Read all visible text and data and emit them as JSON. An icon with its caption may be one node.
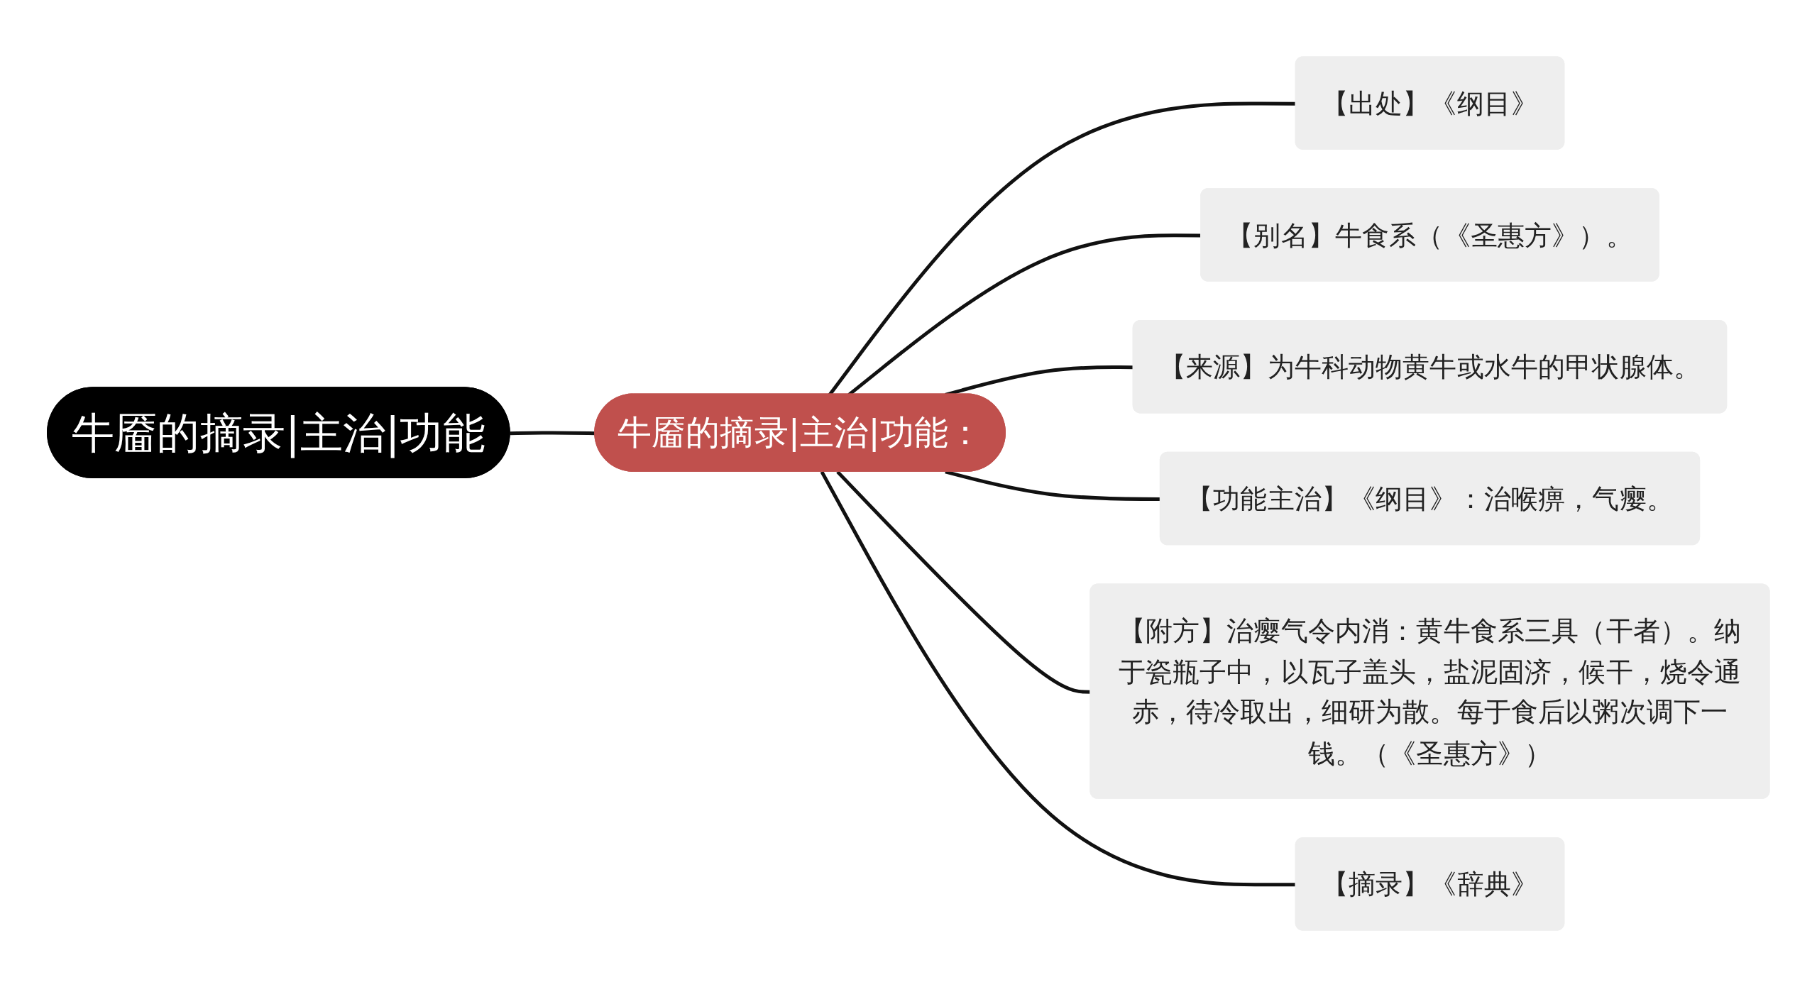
{
  "diagram": {
    "nodes": [
      {
        "text": [
          "牛靥的摘录|主治|功能"
        ]
      },
      {
        "text": [
          "牛靥的摘录|主治|功能："
        ]
      },
      {
        "text": [
          "【出处】《纲目》"
        ]
      },
      {
        "text": [
          "【别名】牛食系（《圣惠方》）。"
        ]
      },
      {
        "text": [
          "【来源】为牛科动物黄牛或水牛的甲状腺体。"
        ]
      },
      {
        "text": [
          "【功能主治】《纲目》：治喉痹，气瘿。"
        ]
      },
      {
        "text": [
          "【附方】治瘿气令内消：黄牛食系三具（干者）。纳于瓷瓶子中，以瓦子盖头，盐泥固济，候干，烧令通赤，待冷取出，细研为散。每于食后以粥次调下一钱。（《圣惠方》）"
        ]
      },
      {
        "text": [
          "【摘录】《辞典》"
        ]
      }
    ],
    "edges": [
      {
        "from": 0,
        "to": 1,
        "arrow": "none"
      },
      {
        "from": 1,
        "to": 2,
        "arrow": "none"
      },
      {
        "from": 1,
        "to": 3,
        "arrow": "none"
      },
      {
        "from": 1,
        "to": 4,
        "arrow": "none"
      },
      {
        "from": 1,
        "to": 5,
        "arrow": "none"
      },
      {
        "from": 1,
        "to": 6,
        "arrow": "none"
      },
      {
        "from": 1,
        "to": 7,
        "arrow": "none"
      }
    ]
  }
}
